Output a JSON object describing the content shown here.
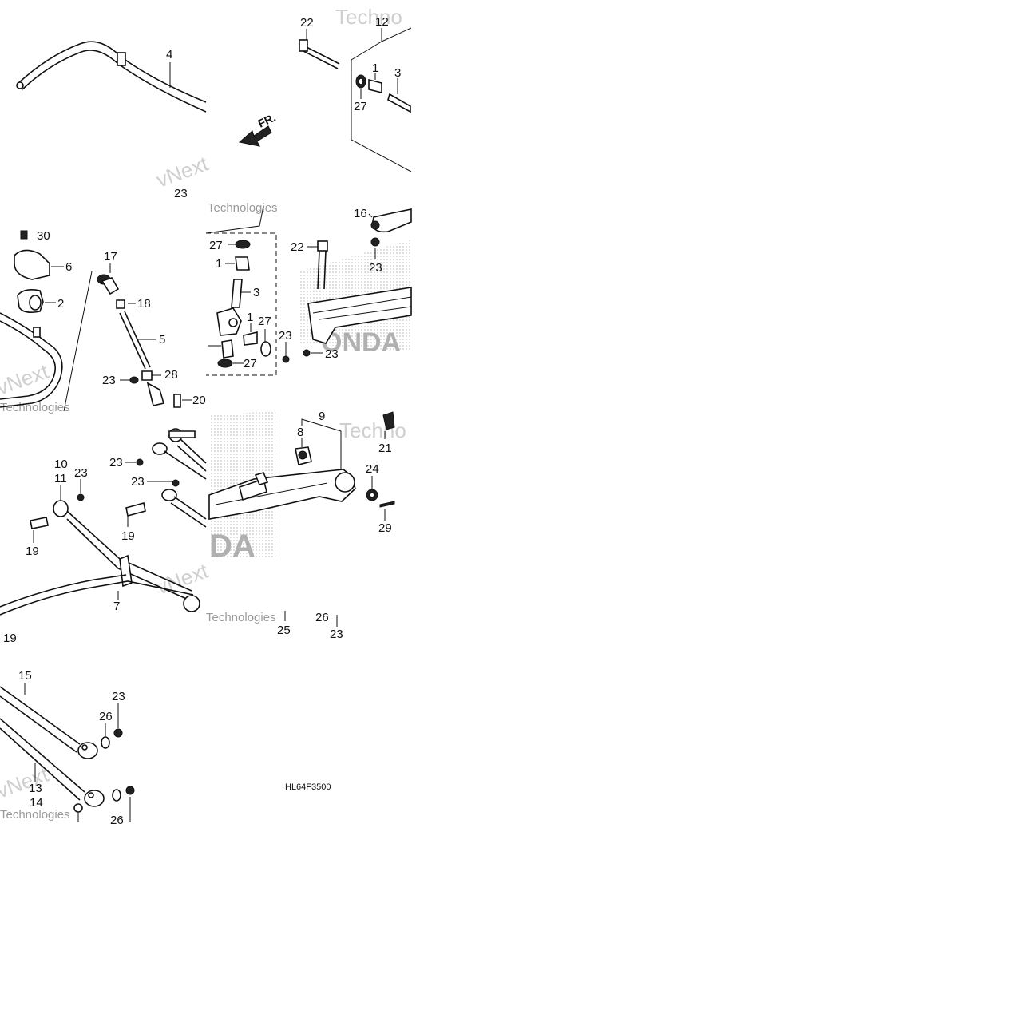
{
  "diagram": {
    "direction_marker": "FR.",
    "drawing_code": "HL64F3500",
    "watermarks": [
      "Techno",
      "vNext",
      "Technologies",
      "ONDA",
      "DA"
    ],
    "callouts": {
      "c4": "4",
      "c22a": "22",
      "c12": "12",
      "c1a": "1",
      "c3a": "3",
      "c27a": "27",
      "c23a": "23",
      "c16": "16",
      "c30": "30",
      "c6": "6",
      "c2": "2",
      "c17": "17",
      "c18": "18",
      "c5": "5",
      "c23b": "23",
      "c28": "28",
      "c20": "20",
      "c27b": "27",
      "c1b": "1",
      "c3b": "3",
      "c1c": "1",
      "c27c": "27",
      "c27d": "27",
      "c23c": "23",
      "c22b": "22",
      "c23d": "23",
      "c23e": "23",
      "c9": "9",
      "c8": "8",
      "c21": "21",
      "c24": "24",
      "c29": "29",
      "c10": "10",
      "c11": "11",
      "c23f": "23",
      "c23g": "23",
      "c23h": "23",
      "c19a": "19",
      "c19b": "19",
      "c7": "7",
      "c25": "25",
      "c26a": "26",
      "c23i": "23",
      "c19c": "19",
      "c15": "15",
      "c23j": "23",
      "c26b": "26",
      "c13": "13",
      "c14": "14",
      "c26c": "26"
    }
  }
}
